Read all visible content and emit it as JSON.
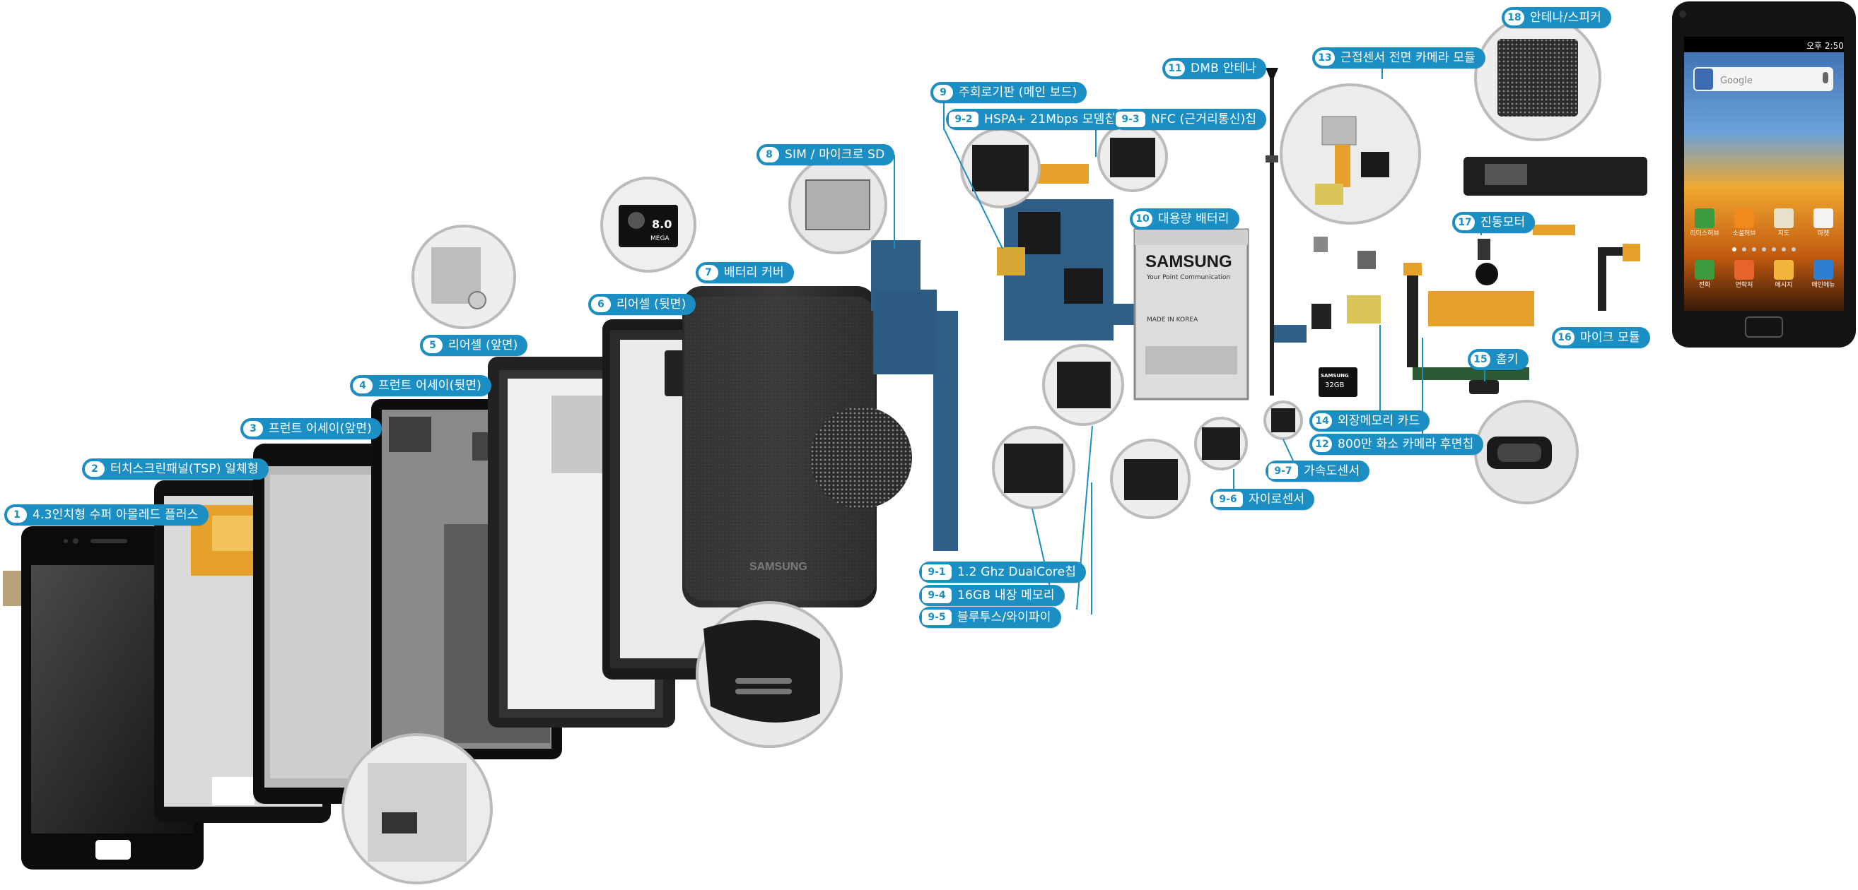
{
  "callouts": [
    {
      "id": "1",
      "text": "4.3인치형 수퍼 아몰레드 플러스"
    },
    {
      "id": "2",
      "text": "터치스크린패널(TSP) 일체형"
    },
    {
      "id": "3",
      "text": "프런트 어세이(앞면)"
    },
    {
      "id": "4",
      "text": "프런트 어세이(뒷면)"
    },
    {
      "id": "5",
      "text": "리어셀 (앞면)"
    },
    {
      "id": "6",
      "text": "리어셀 (뒷면)"
    },
    {
      "id": "7",
      "text": "배터리 커버"
    },
    {
      "id": "8",
      "text": "SIM / 마이크로 SD"
    },
    {
      "id": "9",
      "text": "주회로기판 (메인 보드)"
    },
    {
      "id": "9-1",
      "text": "1.2 Ghz DualCore칩"
    },
    {
      "id": "9-2",
      "text": "HSPA+ 21Mbps 모뎀칩"
    },
    {
      "id": "9-3",
      "text": "NFC (근거리통신)칩"
    },
    {
      "id": "9-4",
      "text": "16GB 내장 메모리"
    },
    {
      "id": "9-5",
      "text": "블루투스/와이파이"
    },
    {
      "id": "9-6",
      "text": "자이로센서"
    },
    {
      "id": "9-7",
      "text": "가속도센서"
    },
    {
      "id": "10",
      "text": "대용량 배터리"
    },
    {
      "id": "11",
      "text": "DMB 안테나"
    },
    {
      "id": "12",
      "text": "800만 화소 카메라 후면칩"
    },
    {
      "id": "13",
      "text": "근접센서 전면 카메라 모듈"
    },
    {
      "id": "14",
      "text": "외장메모리 카드"
    },
    {
      "id": "15",
      "text": "홈키"
    },
    {
      "id": "16",
      "text": "마이크 모듈"
    },
    {
      "id": "17",
      "text": "진동모터"
    },
    {
      "id": "18",
      "text": "안테나/스피커"
    }
  ],
  "part_labels": {
    "samsung": "SAMSUNG",
    "battery_tagline": "Your Point Communication",
    "made_in": "MADE IN KOREA",
    "camera_megapixel": "8.0",
    "camera_mega": "MEGA",
    "sd_brand": "SAMSUNG",
    "sd_capacity": "32GB"
  },
  "phone_screen": {
    "time": "오후 2:50",
    "search_placeholder": "Google",
    "apps_row1": [
      "리더스허브",
      "소셜허브",
      "지도",
      "마켓"
    ],
    "apps_row2": [
      "전화",
      "연락처",
      "메시지",
      "메인메뉴"
    ]
  },
  "colors": {
    "callout_bg": "#1b8fc4",
    "pcb_blue": "#2f5f86",
    "flex_orange": "#e6a12a"
  }
}
